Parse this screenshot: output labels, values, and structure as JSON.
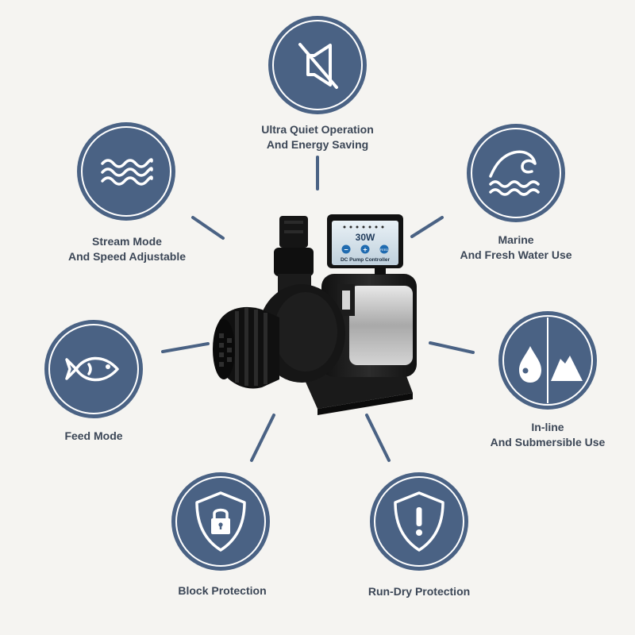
{
  "features": {
    "quiet": {
      "line1": "Ultra Quiet Operation",
      "line2": "And Energy Saving",
      "icon": "muted-speaker-icon"
    },
    "stream": {
      "line1": "Stream Mode",
      "line2": "And Speed Adjustable",
      "icon": "waves-icon"
    },
    "marine": {
      "line1": "Marine",
      "line2": "And Fresh Water Use",
      "icon": "ocean-wave-icon"
    },
    "feed": {
      "line1": "Feed Mode",
      "icon": "fish-icon"
    },
    "inline": {
      "line1": "In-line",
      "line2": "And Submersible Use",
      "icon": "water-drop-mountain-icon"
    },
    "block": {
      "line1": "Block Protection",
      "icon": "shield-lock-icon"
    },
    "rundry": {
      "line1": "Run-Dry Protection",
      "icon": "shield-exclamation-icon"
    }
  },
  "product": {
    "controller_power": "30W",
    "controller_name": "DC Pump Controller",
    "minus_symbol": "−",
    "plus_symbol": "+",
    "feed_button": "FEED"
  },
  "colors": {
    "background": "#f5f4f1",
    "circle": "#4a6284",
    "label": "#3b4656",
    "connector": "#4a6284"
  }
}
